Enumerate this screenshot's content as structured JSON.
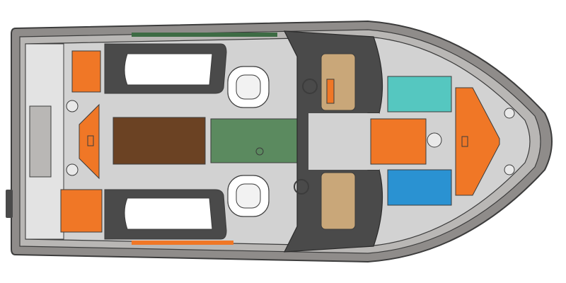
{
  "diagram": {
    "subject": "boat-deck-layout-top-view",
    "colors": {
      "hull_outer": "#8f8c8a",
      "hull_rim": "#b9b7b5",
      "deck": "#d2d2d2",
      "deck_light": "#e3e3e3",
      "outline": "#3c3c3c",
      "storage_orange": "#f07726",
      "storage_brown": "#6b4223",
      "storage_green": "#5b8a5f",
      "storage_green_rail": "#3d6b44",
      "storage_teal": "#55c7c0",
      "storage_blue": "#2a92d2",
      "console_tan": "#c9a779",
      "console_dark": "#4a4a4a",
      "glass": "#ffffff"
    },
    "zones": [
      {
        "id": "stern-left-locker",
        "color": "storage_orange"
      },
      {
        "id": "stern-right-locker",
        "color": "storage_orange"
      },
      {
        "id": "transom-center-hatch",
        "color": "storage_orange"
      },
      {
        "id": "floor-hatch-brown",
        "color": "storage_brown"
      },
      {
        "id": "floor-hatch-green",
        "color": "storage_green"
      },
      {
        "id": "bow-center-hatch",
        "color": "storage_orange"
      },
      {
        "id": "bow-anchor-locker",
        "color": "storage_orange"
      },
      {
        "id": "bow-left-locker",
        "color": "storage_teal"
      },
      {
        "id": "bow-right-locker",
        "color": "storage_blue"
      },
      {
        "id": "helm-console-left",
        "color": "console_tan"
      },
      {
        "id": "helm-console-right",
        "color": "console_tan"
      }
    ]
  }
}
